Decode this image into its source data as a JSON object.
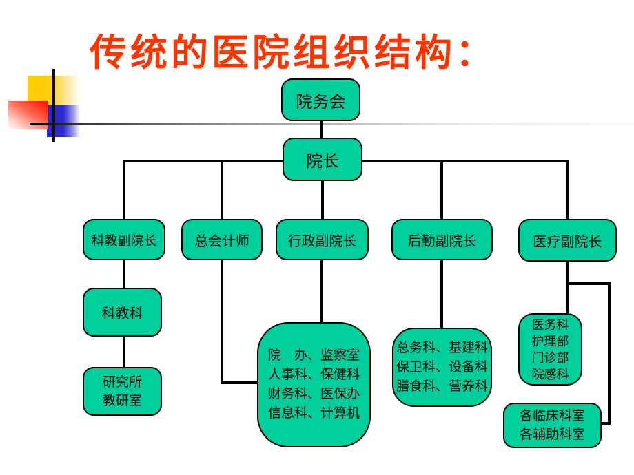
{
  "title": "传统的医院组织结构：",
  "colors": {
    "title_text": "#FF3300",
    "node_fill": "#00CF9C",
    "node_border": "#000000",
    "connector": "#000000",
    "decoration_yellow": "#FFCC05",
    "decoration_red": "#FF1F06",
    "decoration_blue": "#2A2AD0"
  },
  "nodes": {
    "council": "院务会",
    "dean": "院长",
    "vp_science_edu": "科教副院长",
    "chief_accountant": "总会计师",
    "vp_admin": "行政副院长",
    "vp_logistics": "后勤副院长",
    "vp_medical": "医疗副院长",
    "science_edu_dept": "科教科",
    "research_institute": "研究所\n教研室",
    "admin_depts": "院　办、监察室\n人事科、保健科\n财务科、医保办\n信息科、计算机",
    "logistics_depts": "总务科、基建科\n保卫科、设备科\n膳食科、营养科",
    "medical_depts": "医务科\n护理部\n门诊部\n院感科",
    "clinical_depts": "各临床科室\n各辅助科室"
  }
}
